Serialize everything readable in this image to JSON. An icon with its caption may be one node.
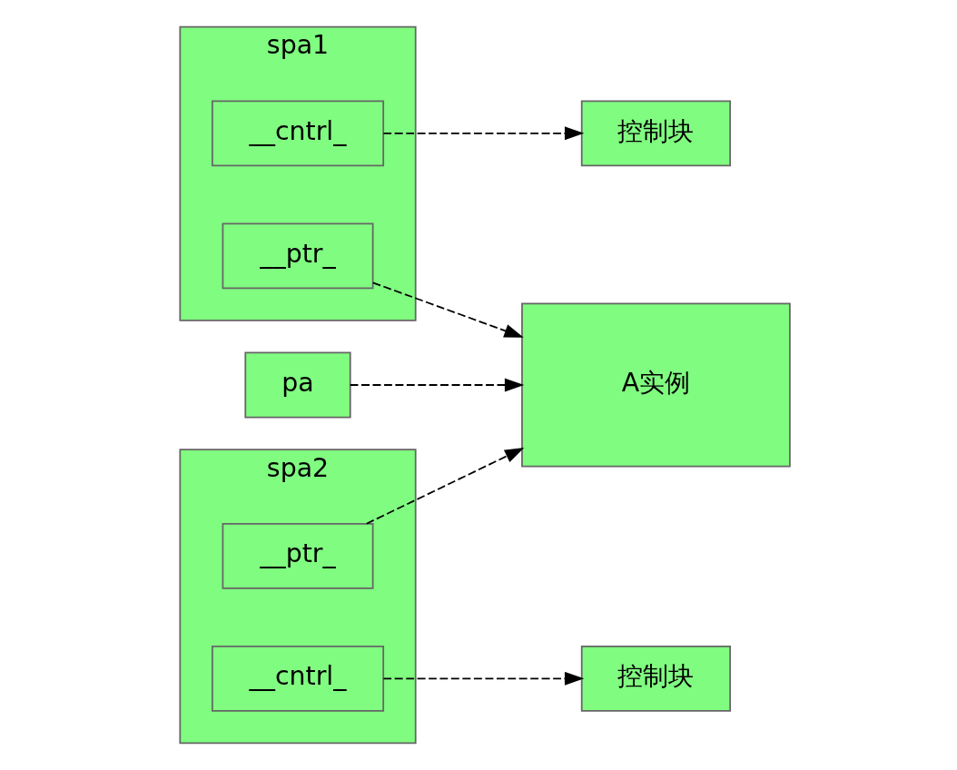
{
  "diagram": {
    "nodes": [
      {
        "text": [
          "spa1"
        ]
      },
      {
        "text": [
          "__ptr_"
        ],
        "in": 0
      },
      {
        "text": [
          "__cntrl_"
        ],
        "in": 0
      },
      {
        "text": [
          "控制块"
        ]
      },
      {
        "text": [
          "spa2"
        ]
      },
      {
        "text": [
          "__ptr_"
        ],
        "in": 4
      },
      {
        "text": [
          "__cntrl_"
        ],
        "in": 4
      },
      {
        "text": [
          "控制块"
        ]
      },
      {
        "text": [
          "pa"
        ]
      },
      {
        "text": [
          "A实例"
        ]
      }
    ],
    "edges": [
      {
        "from": 1,
        "to": 9,
        "arrow": "to",
        "style": "dashed"
      },
      {
        "from": 2,
        "to": 3,
        "arrow": "to",
        "style": "dashed"
      },
      {
        "from": 8,
        "to": 9,
        "arrow": "to",
        "style": "dashed"
      },
      {
        "from": 5,
        "to": 9,
        "arrow": "to",
        "style": "dashed"
      },
      {
        "from": 6,
        "to": 7,
        "arrow": "to",
        "style": "dashed"
      }
    ]
  }
}
